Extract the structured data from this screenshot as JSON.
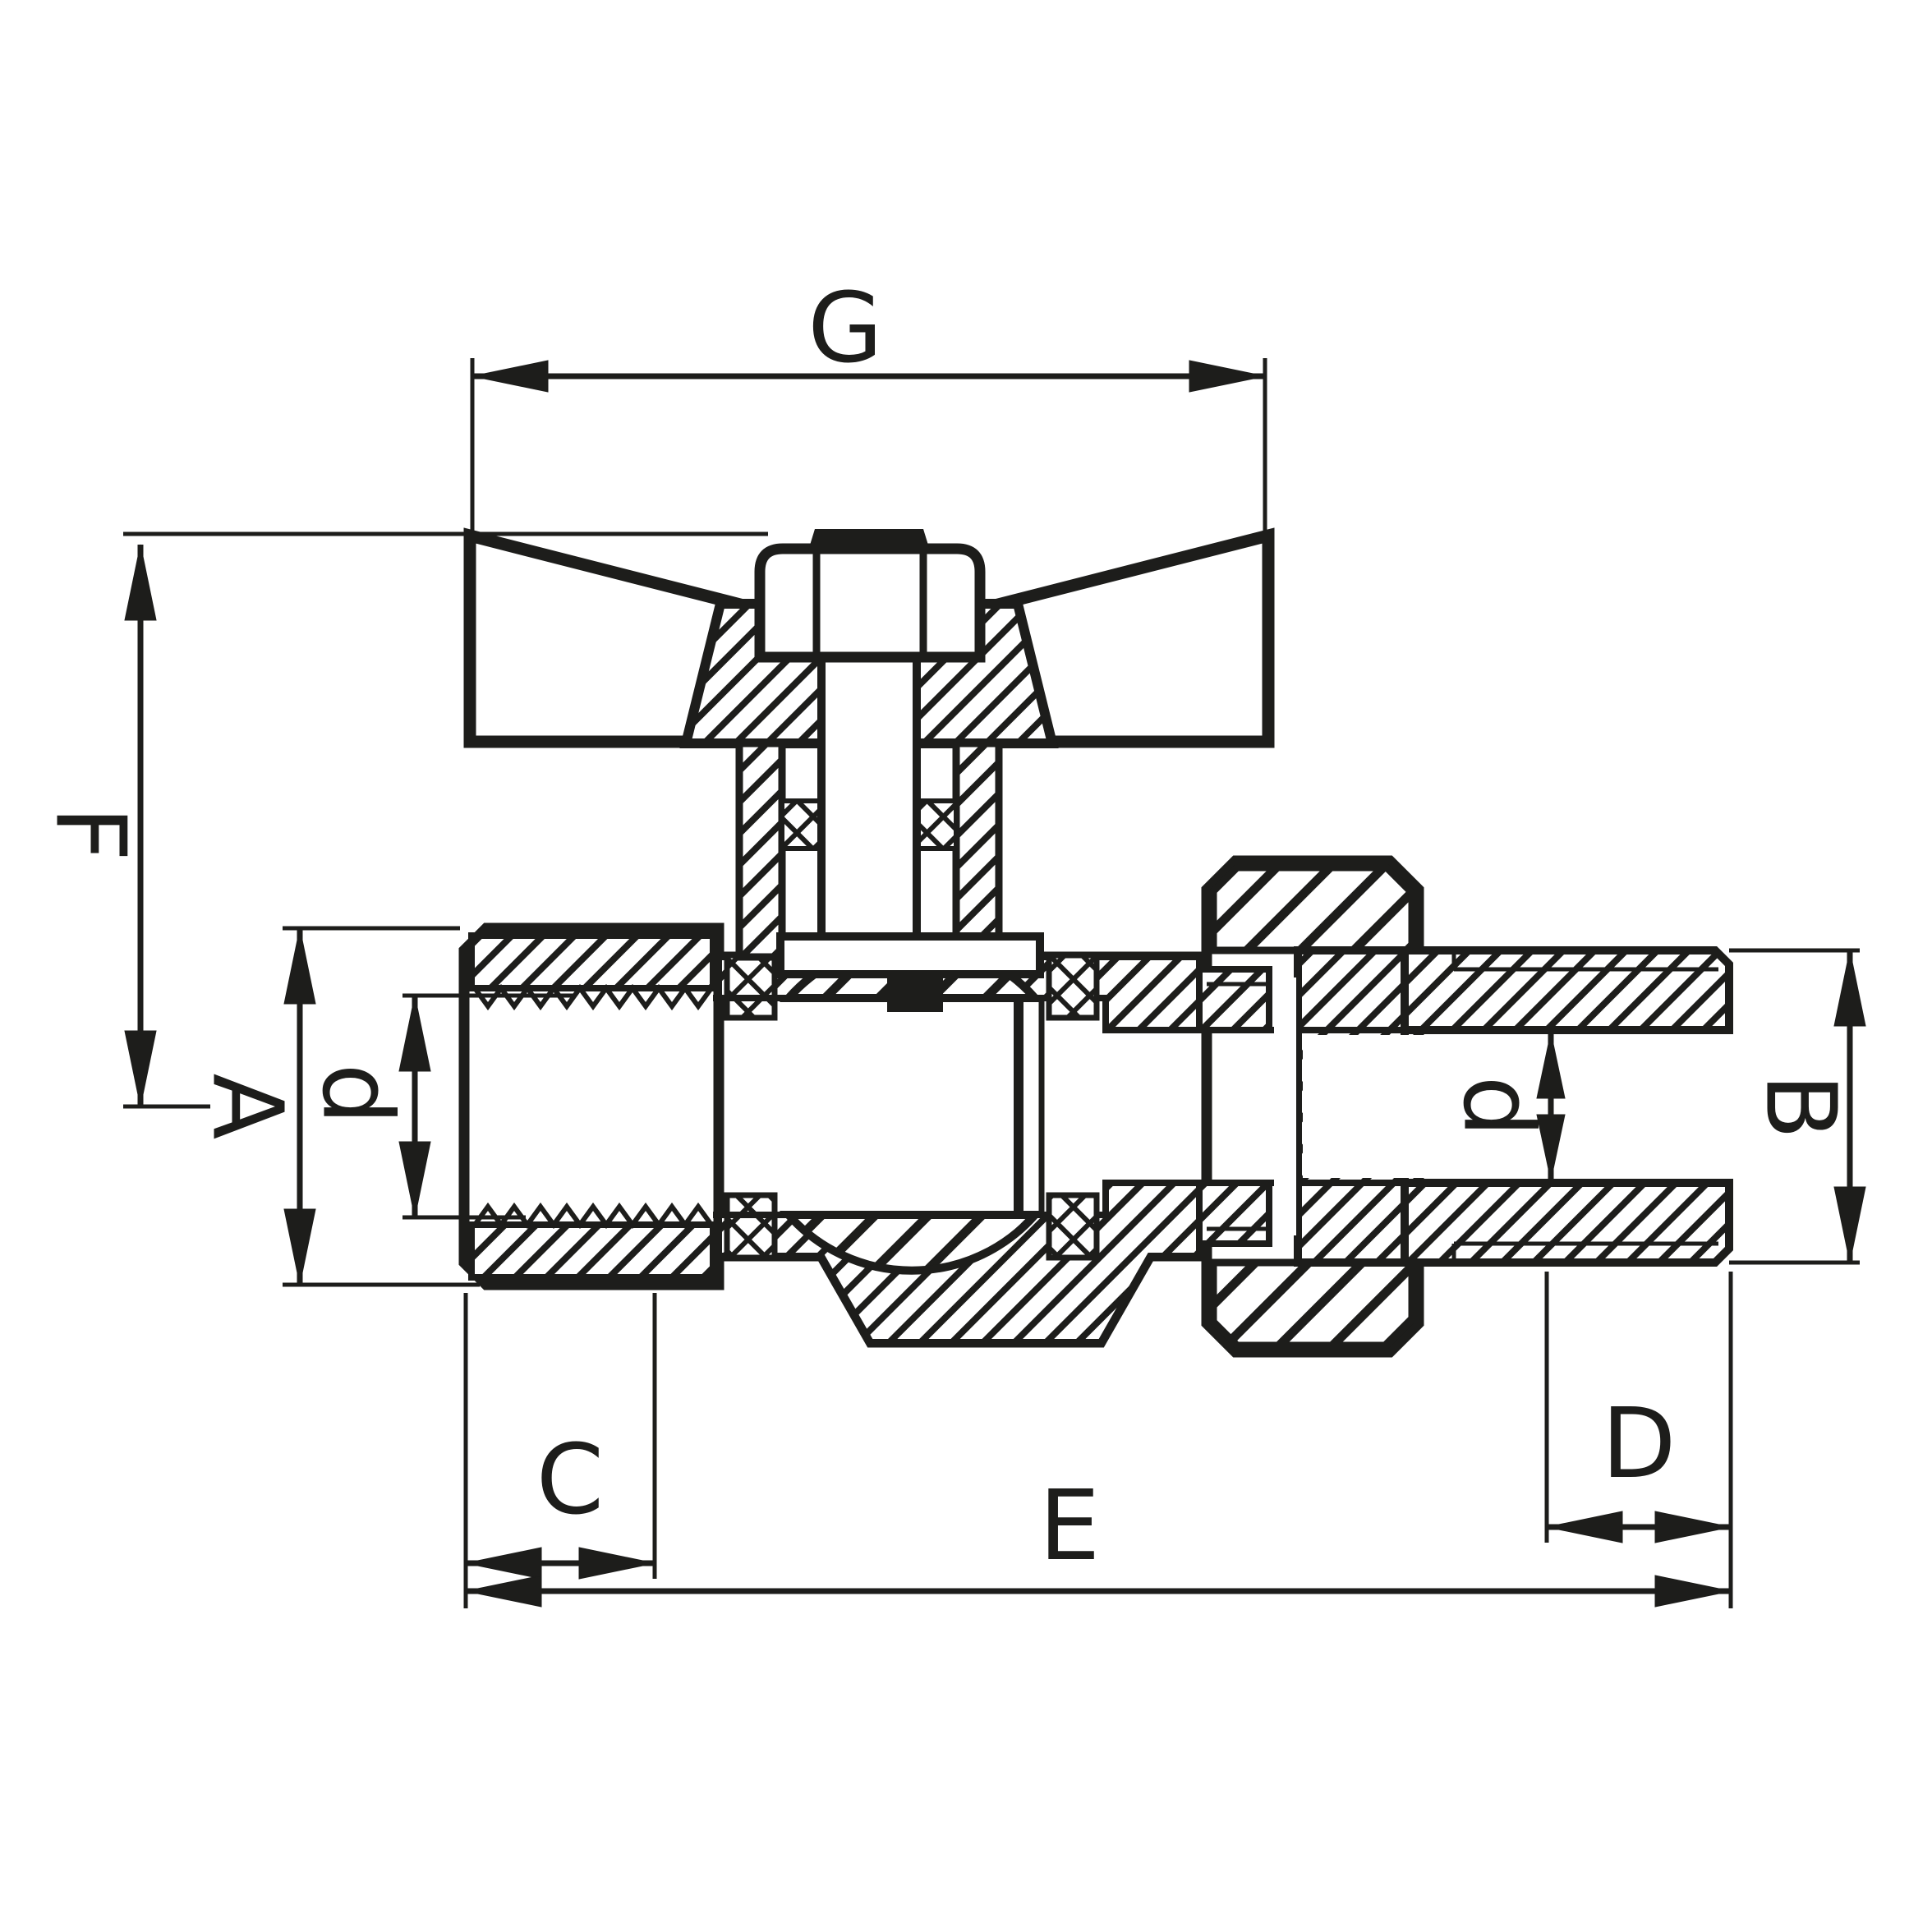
{
  "drawing": {
    "type": "valve-cross-section-technical-drawing",
    "ink_color": "#1d1d1b",
    "background_color": "#ffffff"
  },
  "dimensions": {
    "g": "G",
    "f": "F",
    "a": "A",
    "d_left": "d",
    "d_right": "d",
    "b": "B",
    "c": "C",
    "d_len": "D",
    "e": "E"
  }
}
